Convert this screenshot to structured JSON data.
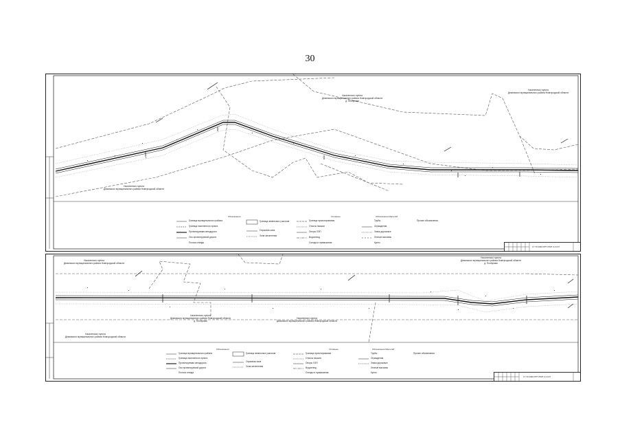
{
  "page_number": "30",
  "sheets": [
    {
      "labels": [
        "Населенного пункта\nДемянского муниципального района Новгородской области\nд. Полнулики",
        "Населенного пункта\nДемянского муниципального района Новгородской области",
        "Населенного пункта\nДемянского муниципального района Новгородской области"
      ],
      "legend_headers": [
        "Обозначения",
        "Условные",
        "Обозначения Масштаб"
      ],
      "legend_items": [
        "Граница муниципального района",
        "Граница населенного пункта",
        "Проектируемая автодорога",
        "Ось проектируемой дороги",
        "Полоса отвода",
        "Граница земельных участков",
        "Охранная зона",
        "Зона затопления",
        "Граница проектирования",
        "Откосы насыпи",
        "Опоры ЛЭП",
        "Водоотвод",
        "Съезды и примыкания",
        "Трубы",
        "Ограждения",
        "Знаки дорожные",
        "Лесные массивы",
        "Кусты",
        "Прочие обозначения"
      ],
      "stamp_code": "17-ТС1066-ППТ-ПМТ-3-ССП"
    },
    {
      "labels": [
        "Населенного пункта\nДемянского муниципального района Новгородской области",
        "Населенного пункта\nДемянского муниципального района Новгородской области\nд. Полнулики",
        "Населенного пункта\nДемянского муниципального района Новгородской области\nд. Полнулики",
        "Населенного пункта\nДемянского муниципального района Новгородской области",
        "Населенного пункта\nДемянского муниципального района Новгородской области"
      ],
      "legend_headers": [
        "Обозначения",
        "Условные",
        "Обозначения Масштаб"
      ],
      "legend_items": [
        "Граница муниципального района",
        "Граница населенного пункта",
        "Проектируемая автодорога",
        "Ось проектируемой дороги",
        "Полоса отвода",
        "Граница земельных участков",
        "Охранная зона",
        "Зона затопления",
        "Граница проектирования",
        "Откосы насыпи",
        "Опоры ЛЭП",
        "Водоотвод",
        "Съезды и примыкания",
        "Трубы",
        "Ограждения",
        "Знаки дорожные",
        "Лесные массивы",
        "Кусты",
        "Прочие обозначения"
      ],
      "stamp_code": "17-ТС1066-ППТ-ПМТ-3-ССП"
    }
  ],
  "colors": {
    "ink": "#222222",
    "road": "#111111",
    "boundary": "#555555",
    "paper": "#ffffff"
  }
}
